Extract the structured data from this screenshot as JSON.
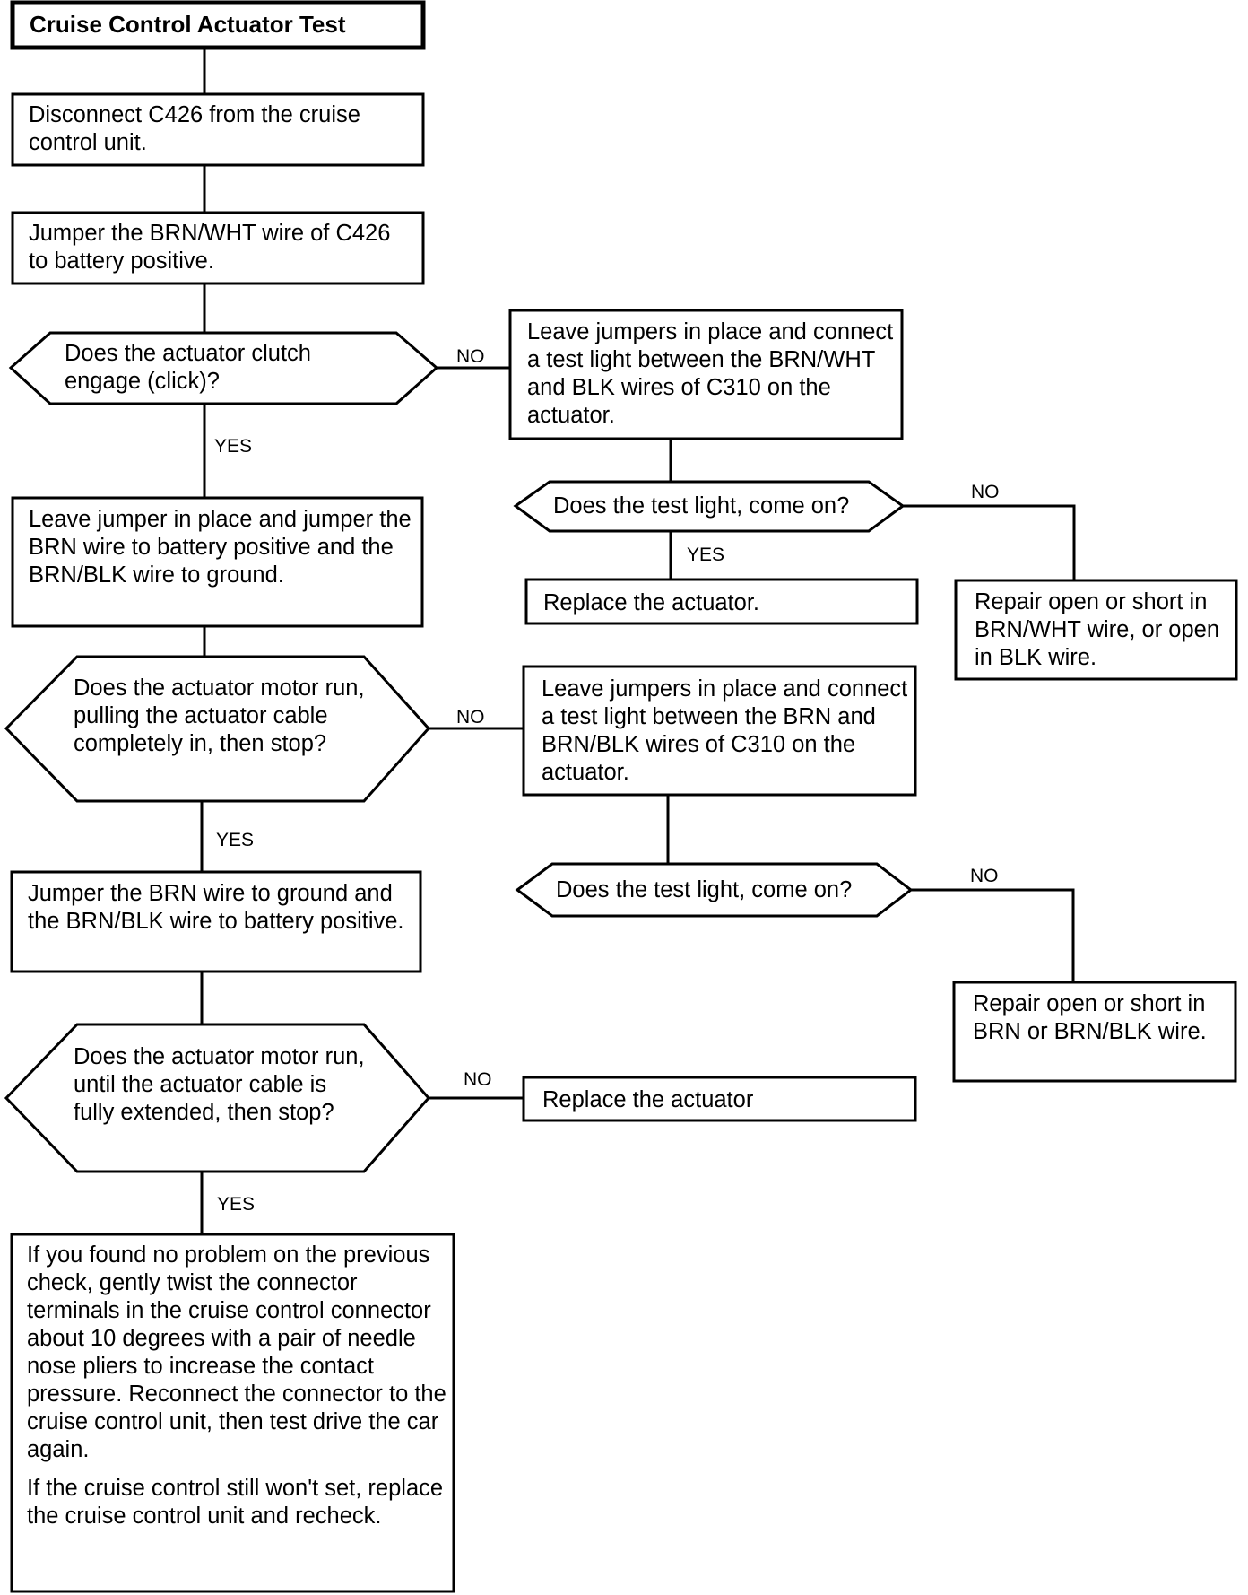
{
  "flowchart": {
    "title": "Cruise Control Actuator Test",
    "steps": {
      "disconnect_c426": "Disconnect C426 from the cruise control unit.",
      "jumper_brn_wht": "Jumper the BRN/WHT wire of C426 to battery positive.",
      "leave_jumper_brn": "Leave jumper in place and jumper the BRN wire to battery positive and the BRN/BLK wire to ground.",
      "jumper_brn_ground": "Jumper the BRN wire to ground and the BRN/BLK wire to battery positive.",
      "test_light_c310_a": "Leave jumpers in place and connect a test light between the BRN/WHT and BLK wires of C310 on the actuator.",
      "replace_actuator_a": "Replace the actuator.",
      "repair_brn_wht": "Repair open or short in BRN/WHT wire, or open in BLK wire.",
      "test_light_c310_b": "Leave jumpers in place and connect a test light between the BRN and BRN/BLK wires of C310 on  the actuator.",
      "repair_brn": "Repair open or short in  BRN or BRN/BLK wire.",
      "replace_actuator_b": "Replace the actuator",
      "final_check_p1": "If you found no problem on the previous check, gently twist the connector terminals in the cruise control connector about 10 degrees with a pair of needle nose pliers to increase the contact pressure. Reconnect the connector to the cruise control unit, then test drive the car again.",
      "final_check_p2": "If the cruise control still won't set, replace the cruise control unit and recheck."
    },
    "decisions": {
      "clutch_engage": "Does the actuator clutch engage (click)?",
      "test_light_1": "Does the test light, come on?",
      "motor_pull_in": "Does the actuator motor run, pulling the actuator cable completely in, then stop?",
      "test_light_2": "Does the test light, come on?",
      "motor_extend": "Does the actuator motor run, until the actuator cable is fully extended, then stop?"
    },
    "labels": {
      "yes": "YES",
      "no": "NO"
    }
  }
}
